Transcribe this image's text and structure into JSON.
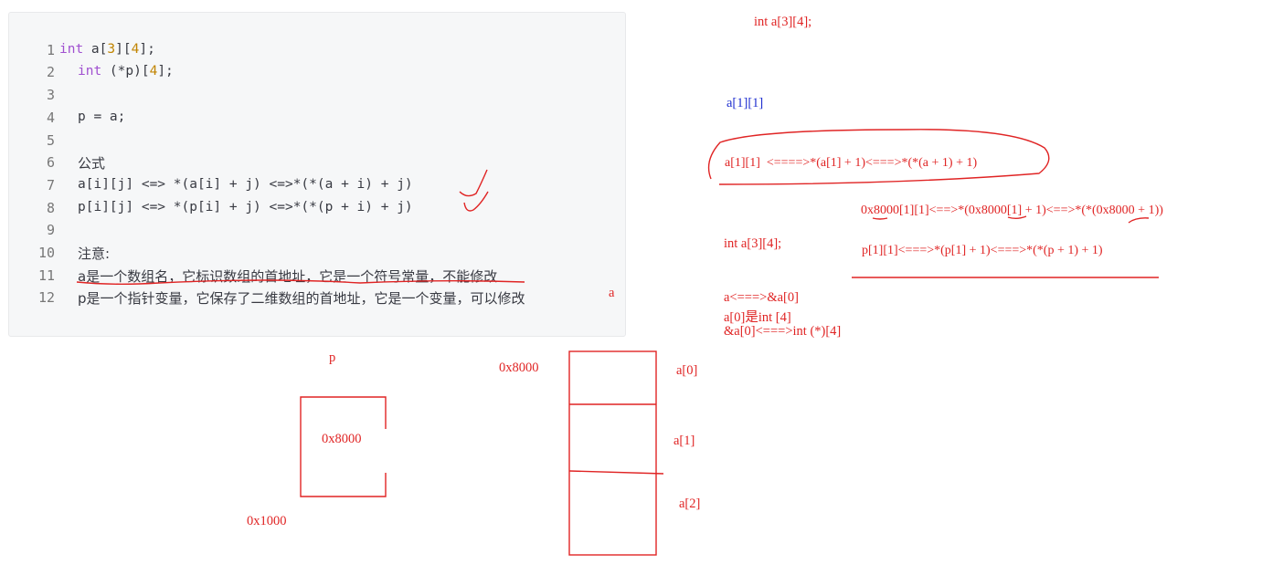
{
  "code": {
    "lines": [
      {
        "n": "1",
        "kw": "int",
        "t1": " a[",
        "n1": "3",
        "t2": "][",
        "n2": "4",
        "t3": "];"
      },
      {
        "n": "2",
        "kw": "int",
        "t1": " (*p)[",
        "n1": "4",
        "t2": "];"
      },
      {
        "n": "3",
        "text": ""
      },
      {
        "n": "4",
        "text": "p = a;"
      },
      {
        "n": "5",
        "text": ""
      },
      {
        "n": "6",
        "text": "公式"
      },
      {
        "n": "7",
        "text": "a[i][j] <=> *(a[i] + j) <=>*(*(a + i) + j)"
      },
      {
        "n": "8",
        "text": "p[i][j] <=> *(p[i] + j) <=>*(*(p + i) + j)"
      },
      {
        "n": "9",
        "text": ""
      },
      {
        "n": "10",
        "text": "注意:"
      },
      {
        "n": "11",
        "text": "a是一个数组名，它标识数组的首地址，它是一个符号常量，不能修改"
      },
      {
        "n": "12",
        "text": "p是一个指针变量，它保存了二维数组的首地址，它是一个变量，可以修改"
      }
    ]
  },
  "notes": {
    "decl_top": "int a[3][4];",
    "a11_label": "a[1][1]",
    "circled": "a[1][1]  <====>*(a[1] + 1)<===>*(*(a + 1) + 1)",
    "hex_expr": "0x8000[1][1]<==>*(0x8000[1] + 1)<==>*(*(0x8000 + 1))",
    "decl_mid": "int a[3][4];",
    "p_expr": "p[1][1]<===>*(p[1] + 1)<===>*(*(p + 1) + 1)",
    "eq1": "a<===>&a[0]",
    "eq2": "a[0]是int [4]",
    "eq3": "&a[0]<===>int (*)[4]",
    "a_label": "a"
  },
  "diagram": {
    "p_label": "p",
    "p_value": "0x8000",
    "p_addr": "0x1000",
    "arr_addr": "0x8000",
    "rows": [
      "a[0]",
      "a[1]",
      "a[2]"
    ]
  },
  "colors": {
    "ink": "#e02424",
    "keyword": "#a050d0",
    "number": "#c18401"
  }
}
